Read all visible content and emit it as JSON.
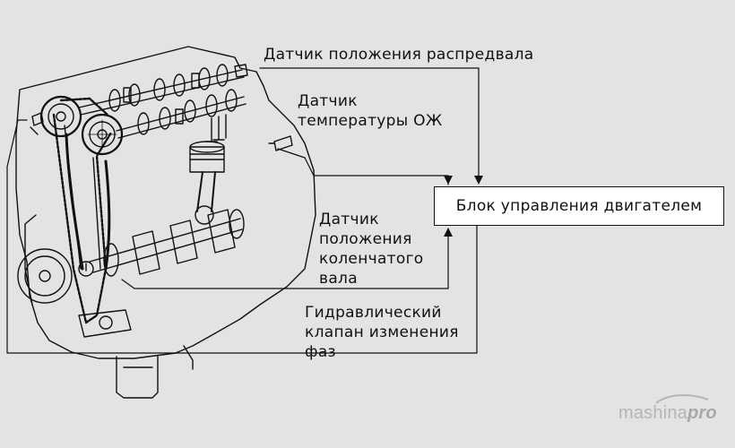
{
  "labels": {
    "camshaft_sensor": "Датчик положения распредвала",
    "coolant_sensor_line1": "Датчик",
    "coolant_sensor_line2": "температуры ОЖ",
    "crank_sensor_line1": "Датчик",
    "crank_sensor_line2": "положения",
    "crank_sensor_line3": "коленчатого",
    "crank_sensor_line4": "вала",
    "valve_line1": "Гидравлический",
    "valve_line2": "клапан изменения",
    "valve_line3": "фаз",
    "ecu": "Блок управления двигателем"
  },
  "watermark": {
    "part1": "mashina",
    "part2": "pro"
  },
  "colors": {
    "background": "#e3e3e3",
    "ink": "#111111",
    "box_fill": "#ffffff"
  }
}
